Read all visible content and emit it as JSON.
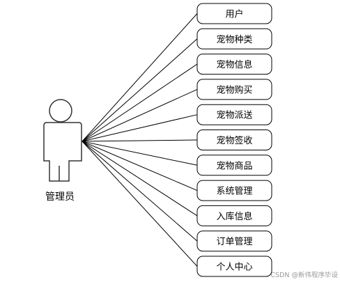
{
  "actor": {
    "label": "管理员",
    "icon": "person-icon"
  },
  "use_cases": [
    "用户",
    "宠物种类",
    "宠物信息",
    "宠物购买",
    "宠物派送",
    "宠物签收",
    "宠物商品",
    "系统管理",
    "入库信息",
    "订单管理",
    "个人中心"
  ],
  "watermark": "CSDN @新伟程序毕设"
}
